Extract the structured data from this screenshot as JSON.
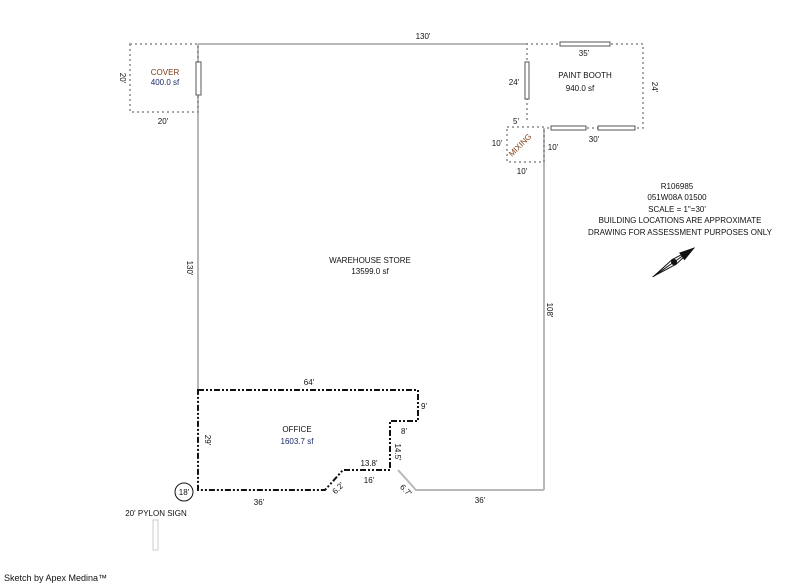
{
  "areas": {
    "cover": {
      "name": "COVER",
      "area": "400.0 sf",
      "dims": [
        "20'",
        "20'"
      ]
    },
    "paint_booth": {
      "name": "PAINT BOOTH",
      "area": "940.0 sf",
      "dims": [
        "35'",
        "24'",
        "24'",
        "30'",
        "5'"
      ]
    },
    "mixing": {
      "name": "MIXING",
      "dims": [
        "10'",
        "10'",
        "10'"
      ]
    },
    "warehouse": {
      "name": "WAREHOUSE STORE",
      "area": "13599.0 sf",
      "dims": [
        "130'",
        "130'",
        "108'",
        "36'"
      ]
    },
    "office": {
      "name": "OFFICE",
      "area": "1603.7 sf",
      "dims": [
        "64'",
        "9'",
        "8'",
        "14.5'",
        "13.8'",
        "16'",
        "6.2'",
        "6.7'",
        "36'",
        "29'"
      ]
    },
    "pylon": {
      "label": "20' PYLON SIGN",
      "circle": "18'"
    }
  },
  "info": {
    "parcel": "R106985",
    "map": "051W08A 01500",
    "scale": "SCALE = 1\"=30'",
    "note1": "BUILDING LOCATIONS ARE APPROXIMATE",
    "note2": "DRAWING FOR ASSESSMENT PURPOSES ONLY"
  },
  "footer": "Sketch by Apex Medina™",
  "colors": {
    "wall": "#b8b8b8",
    "dotted": "#888888",
    "office": "#111111"
  }
}
